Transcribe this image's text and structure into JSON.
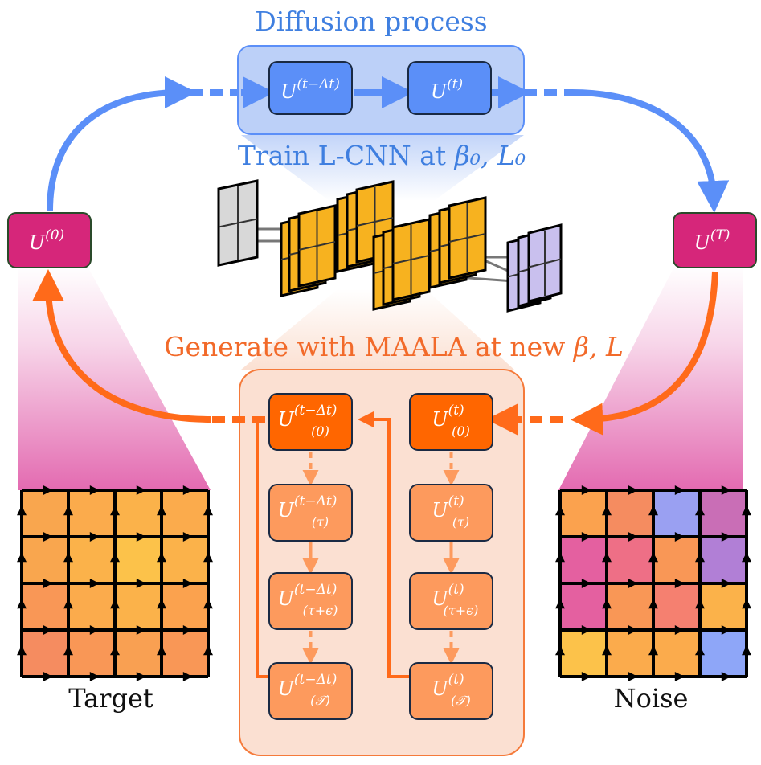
{
  "diffusion": {
    "title": "Diffusion process",
    "box_prev": {
      "base": "U",
      "sup": "(t−Δt)"
    },
    "box_cur": {
      "base": "U",
      "sup": "(t)"
    }
  },
  "training": {
    "prefix": "Train L-CNN at ",
    "params": "β₀, L₀"
  },
  "generation": {
    "prefix": "Generate with MAALA at new ",
    "params": "β, L"
  },
  "endpoints": {
    "start": {
      "base": "U",
      "sup": "(0)"
    },
    "end": {
      "base": "U",
      "sup": "(T)"
    }
  },
  "maala_steps": {
    "prev_column": [
      {
        "base": "U",
        "sup": "(t−Δt)",
        "sub": "(0)"
      },
      {
        "base": "U",
        "sup": "(t−Δt)",
        "sub": "(τ)"
      },
      {
        "base": "U",
        "sup": "(t−Δt)",
        "sub": "(τ+ϵ)"
      },
      {
        "base": "U",
        "sup": "(t−Δt)",
        "sub": "(𝒯)"
      }
    ],
    "cur_column": [
      {
        "base": "U",
        "sup": "(t)",
        "sub": "(0)"
      },
      {
        "base": "U",
        "sup": "(t)",
        "sub": "(τ)"
      },
      {
        "base": "U",
        "sup": "(t)",
        "sub": "(τ+ϵ)"
      },
      {
        "base": "U",
        "sup": "(t)",
        "sub": "(𝒯)"
      }
    ]
  },
  "lattices": {
    "target_label": "Target",
    "noise_label": "Noise",
    "target_colors": [
      [
        "#f9a64e",
        "#fbab4c",
        "#fbb24a",
        "#fbab4c"
      ],
      [
        "#f9a64e",
        "#fbb24a",
        "#fcc24a",
        "#fbb24a"
      ],
      [
        "#f99756",
        "#fbab4c",
        "#fbb24a",
        "#fba24e"
      ],
      [
        "#f58c60",
        "#f99756",
        "#f9a052",
        "#f99756"
      ]
    ],
    "noise_colors": [
      [
        "#fba24e",
        "#f58c60",
        "#9aa0f2",
        "#c96eb6"
      ],
      [
        "#e460a0",
        "#ee6f86",
        "#f99756",
        "#b17fd6"
      ],
      [
        "#e460a0",
        "#f99756",
        "#f58070",
        "#fbb24a"
      ],
      [
        "#fcc24a",
        "#fbab4c",
        "#fbab4c",
        "#8ea6f8"
      ]
    ]
  },
  "colors": {
    "blue": "#5b8ff8",
    "blue_box": "#5b8ff8",
    "blue_panel": "#bcd0f8",
    "orange": "#ff6a1a",
    "orange_box": "#ff6600",
    "orange_light_box": "#fd9a5d",
    "orange_panel": "#fbe0d2",
    "magenta": "#d6267a",
    "title_blue": "#3f7fe0",
    "title_orange": "#f26a2a"
  }
}
